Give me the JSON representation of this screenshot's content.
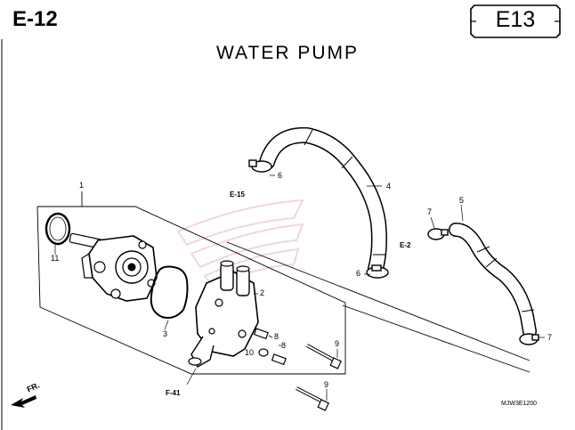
{
  "header": {
    "page_code": "E-12",
    "section_tab": "E13",
    "title": "WATER PUMP"
  },
  "callouts": {
    "p1": "1",
    "p2": "2",
    "p3": "3",
    "p4": "4",
    "p5": "5",
    "p6": "6",
    "p7": "7",
    "p8": "8",
    "p9": "9",
    "p10": "10",
    "p11": "11"
  },
  "refs": {
    "e15": "E-15",
    "e2": "E-2",
    "f41": "F-41"
  },
  "labels": {
    "front": "FR.",
    "catalog": "MJW3E1200"
  }
}
